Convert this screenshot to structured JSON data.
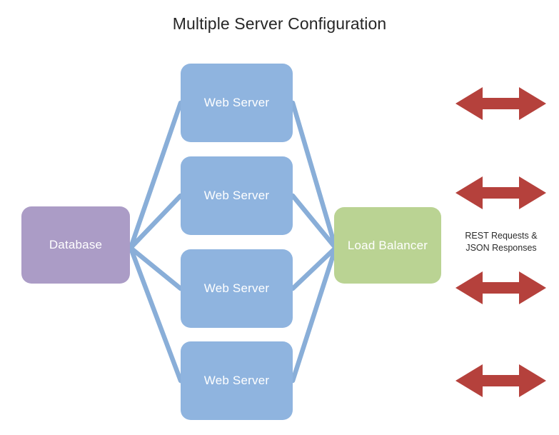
{
  "title": "Multiple Server Configuration",
  "colors": {
    "background": "#ffffff",
    "web_server": "#8fb4df",
    "database": "#ab9cc6",
    "load_balancer": "#bad393",
    "connector": "#89aed8",
    "arrow": "#b5413c",
    "title_text": "#262626",
    "node_text": "#ffffff",
    "label_text": "#2b2b2b"
  },
  "nodes": {
    "database": {
      "label": "Database"
    },
    "load_balancer": {
      "label": "Load Balancer"
    },
    "web_servers": [
      {
        "label": "Web Server"
      },
      {
        "label": "Web Server"
      },
      {
        "label": "Web Server"
      },
      {
        "label": "Web Server"
      }
    ]
  },
  "annotations": {
    "rest_label_line1": "REST Requests &",
    "rest_label_line2": "JSON Responses"
  },
  "arrows": {
    "count": 4,
    "style": "double-headed",
    "description": "bidirectional client traffic arrows"
  },
  "connections": {
    "database_to_web_servers": 4,
    "web_servers_to_load_balancer": 4
  }
}
